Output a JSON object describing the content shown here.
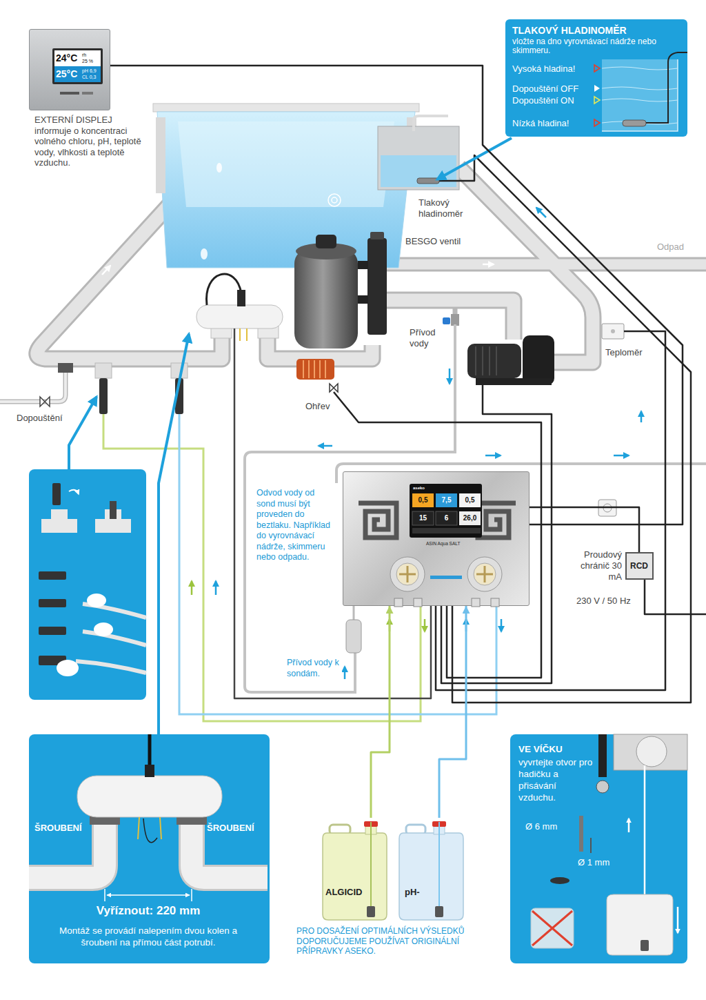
{
  "diagram": {
    "nodes": [
      {
        "text": [
          "24°C",
          "rh",
          "25 %",
          "25°C",
          "pH 6,9",
          "CL 0,3"
        ]
      },
      {
        "text": [
          "TLAKOVÝ HLADINOMĚR",
          "vložte na dno vyrovnávací nádrže nebo skimmeru.",
          "Vysoká hladina!",
          "Dopouštění OFF",
          "Dopouštění ON",
          "Nízká hladina!"
        ]
      },
      {
        "text": [
          "aseko",
          "0,5",
          "7,5",
          "0,5",
          "15",
          "6",
          "26,0",
          "ASIN Aqua SALT"
        ]
      },
      {
        "text": [
          "RCD"
        ]
      },
      {
        "text": [
          "ŠROUBENÍ",
          "ŠROUBENÍ",
          "Vyříznout: 220 mm",
          "Montáž se provádí nalepením dvou kolen a šroubení na přímou část potrubí."
        ]
      },
      {
        "text": [
          "ALGICID"
        ]
      },
      {
        "text": [
          "pH-"
        ]
      },
      {
        "text": [
          "VE VÍČKU",
          "vyvrtejte otvor pro hadičku a přisávání vzduchu.",
          "Ø 6 mm",
          "Ø 1 mm"
        ]
      }
    ],
    "edges": [
      {
        "from": 0,
        "to": 2,
        "arrow": "none"
      },
      {
        "from": 3,
        "to": 2,
        "arrow": "none"
      },
      {
        "from": 5,
        "to": 2,
        "arrow": "to"
      },
      {
        "from": 6,
        "to": 2,
        "arrow": "to"
      }
    ],
    "labels": [
      "EXTERNÍ DISPLEJ informuje o koncentraci volného chloru, pH, teplotě vody, vlhkosti a teplotě vzduchu.",
      "Tlakový hladinoměr",
      "BESGO ventil",
      "Odpad",
      "Přívod vody",
      "Teploměr",
      "Ohřev",
      "Dopouštění",
      "Odvod vody od sond musí být proveden do beztlaku. Například do vyrovnávací nádrže, skimmeru nebo odpadu.",
      "Přívod vody k sondám.",
      "Proudový chránič 30 mA",
      "230 V / 50 Hz",
      "PRO DOSAŽENÍ OPTIMÁLNÍCH VÝSLEDKŮ DOPORUČUJEME POUŽÍVAT ORIGINÁLNÍ PŘÍPRAVKY ASEKO."
    ]
  }
}
